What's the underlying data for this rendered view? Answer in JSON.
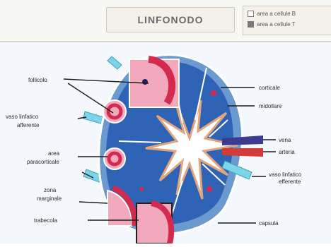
{
  "title": "LINFONODO",
  "legend": [
    {
      "label": "area a cellule B",
      "swatch": "white"
    },
    {
      "label": "area a cellule T",
      "swatch": "gray"
    }
  ],
  "labels": {
    "corticale": "corticale",
    "midollare": "midollare",
    "vena": "vena",
    "arteria": "arteria",
    "vaso_efferente_line1": "vaso linfatico",
    "vaso_efferente_line2": "efferente",
    "capsula": "capsula",
    "follicolo": "follicolo",
    "vaso_afferente_line1": "vaso linfatico",
    "vaso_afferente_line2": "afferente",
    "paracorticale_line1": "area",
    "paracorticale_line2": "paracorticale",
    "zona_line1": "zona",
    "zona_line2": "marginale",
    "trabecola": "trabecola"
  },
  "colors": {
    "capsule": "#6a9ad0",
    "cortex": "#2f63b5",
    "medulla_star": "#ffffff",
    "star_edge": "#e0a57e",
    "follicle_pink": "#f2a9bd",
    "follicle_ring": "#d52a4f",
    "vein": "#3c3b8f",
    "artery": "#d33b3b",
    "vessel_cyan": "#79d5e9"
  }
}
